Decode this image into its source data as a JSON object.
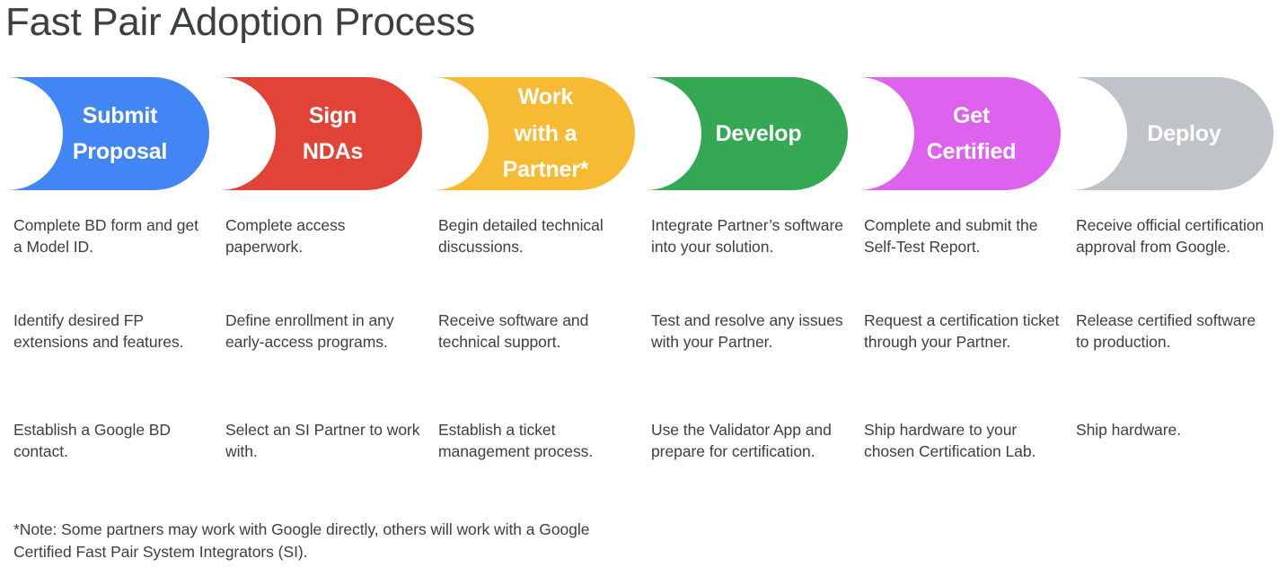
{
  "page": {
    "title": "Fast Pair Adoption Process",
    "background": "#ffffff",
    "text_color": "#3c4043"
  },
  "stages": [
    {
      "label": "Submit\nProposal",
      "color": "#4285F4",
      "name": "submit-proposal"
    },
    {
      "label": "Sign\nNDAs",
      "color": "#E14436",
      "name": "sign-ndas"
    },
    {
      "label": "Work\nwith a\nPartner*",
      "color": "#F7BA33",
      "name": "work-with-a-partner"
    },
    {
      "label": "Develop",
      "color": "#34A853",
      "name": "develop"
    },
    {
      "label": "Get\nCertified",
      "color": "#DD62EE",
      "name": "get-certified"
    },
    {
      "label": "Deploy",
      "color": "#C0C3C7",
      "name": "deploy"
    }
  ],
  "columns": [
    {
      "stage": "Submit Proposal",
      "items": [
        "Complete BD form and get a Model ID.",
        "Identify desired FP extensions and features.",
        "Establish a Google BD contact."
      ]
    },
    {
      "stage": "Sign NDAs",
      "items": [
        "Complete access paperwork.",
        "Define enrollment in any early-access programs.",
        "Select an SI Partner to work with."
      ]
    },
    {
      "stage": "Work with a Partner*",
      "items": [
        "Begin detailed technical discussions.",
        "Receive software and technical support.",
        "Establish a ticket management process."
      ]
    },
    {
      "stage": "Develop",
      "items": [
        "Integrate Partner’s software into your solution.",
        "Test and resolve any issues with your Partner.",
        "Use the Validator App and prepare for certification."
      ]
    },
    {
      "stage": "Get Certified",
      "items": [
        "Complete and submit the Self-Test Report.",
        "Request a certification ticket through your Partner.",
        "Ship hardware to your chosen Certification Lab."
      ]
    },
    {
      "stage": "Deploy",
      "items": [
        "Receive official certification approval from Google.",
        "Release certified software to production.",
        "Ship hardware."
      ]
    }
  ],
  "footnote": "*Note: Some partners may work with Google directly, others will work with a Google Certified Fast Pair System Integrators (SI)."
}
